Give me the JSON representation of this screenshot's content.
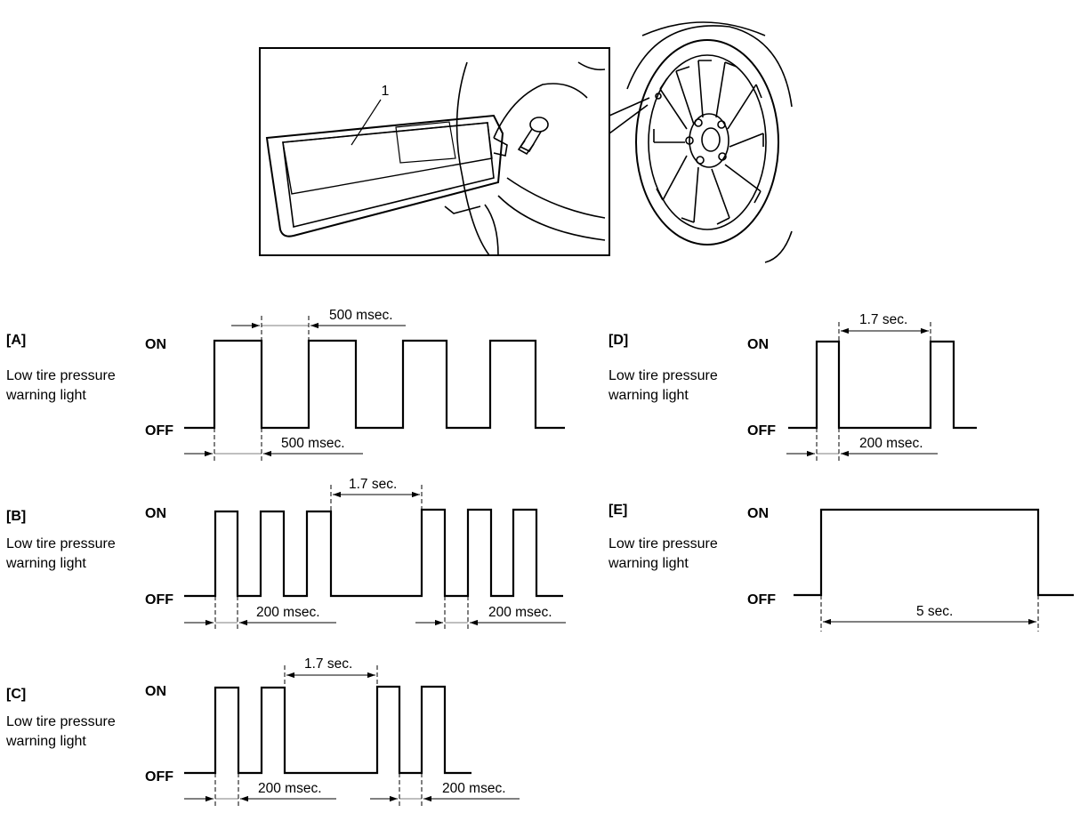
{
  "illustration": {
    "callout_number": "1"
  },
  "diagrams": {
    "A": {
      "id": "[A]",
      "caption_line1": "Low tire pressure",
      "caption_line2": "warning light",
      "on": "ON",
      "off": "OFF",
      "dim_top": "500 msec.",
      "dim_bottom": "500 msec."
    },
    "B": {
      "id": "[B]",
      "caption_line1": "Low tire pressure",
      "caption_line2": "warning light",
      "on": "ON",
      "off": "OFF",
      "dim_top": "1.7 sec.",
      "dim_bottom_left": "200 msec.",
      "dim_bottom_right": "200 msec."
    },
    "C": {
      "id": "[C]",
      "caption_line1": "Low tire pressure",
      "caption_line2": "warning light",
      "on": "ON",
      "off": "OFF",
      "dim_top": "1.7 sec.",
      "dim_bottom_left": "200 msec.",
      "dim_bottom_right": "200 msec."
    },
    "D": {
      "id": "[D]",
      "caption_line1": "Low tire pressure",
      "caption_line2": "warning light",
      "on": "ON",
      "off": "OFF",
      "dim_top": "1.7 sec.",
      "dim_bottom": "200 msec."
    },
    "E": {
      "id": "[E]",
      "caption_line1": "Low tire pressure",
      "caption_line2": "warning light",
      "on": "ON",
      "off": "OFF",
      "dim_bottom": "5 sec."
    }
  }
}
